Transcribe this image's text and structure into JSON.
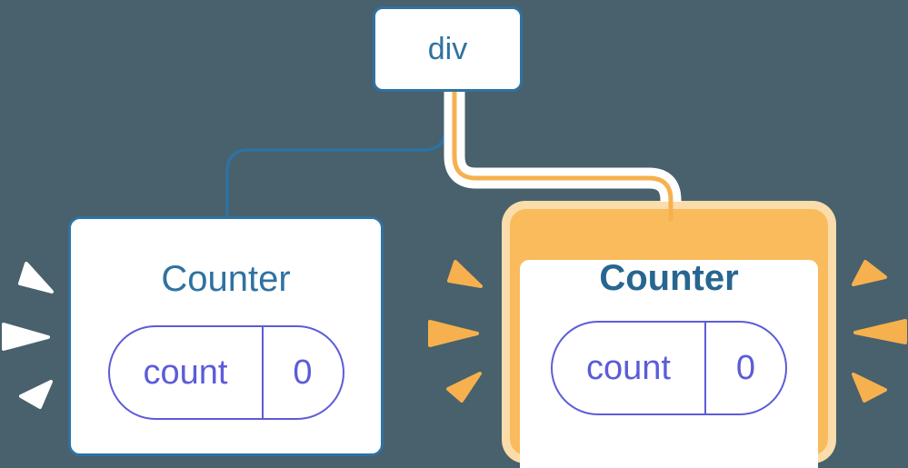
{
  "colors": {
    "background": "#48616C",
    "steel-blue": "#2F72A1",
    "steel-blue-dark": "#276690",
    "indigo": "#5C5CD9",
    "orange": "#F6B14E",
    "orange-ring": "#F9BB5C",
    "peach": "#FBDCAB",
    "white": "#FFFFFF"
  },
  "root_node": {
    "label": "div"
  },
  "left_counter": {
    "title": "Counter",
    "state_key": "count",
    "state_value": "0",
    "highlighted": false
  },
  "right_counter": {
    "title": "Counter",
    "state_key": "count",
    "state_value": "0",
    "highlighted": true
  },
  "icons": {
    "left_burst": "white-sparkle-burst",
    "middle_burst": "orange-sparkle-burst",
    "right_burst": "orange-sparkle-burst"
  }
}
